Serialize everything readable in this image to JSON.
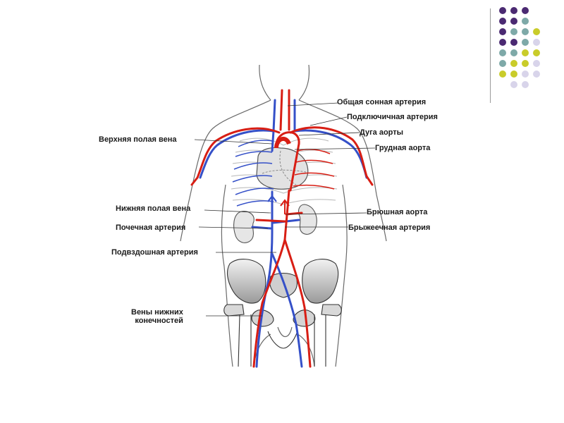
{
  "slide": {
    "dots": {
      "colors": {
        "purple": "#4b2a72",
        "teal": "#7ea9a8",
        "lime": "#c9cc2a",
        "lavender": "#d8d4ea"
      },
      "grid": [
        [
          "purple",
          "purple",
          "purple",
          null
        ],
        [
          "purple",
          "purple",
          "teal",
          null
        ],
        [
          "purple",
          "teal",
          "teal",
          "lime"
        ],
        [
          "purple",
          "purple",
          "teal",
          "lavender"
        ],
        [
          "teal",
          "teal",
          "lime",
          "lime"
        ],
        [
          "teal",
          "lime",
          "lime",
          "lavender"
        ],
        [
          "lime",
          "lime",
          "lavender",
          "lavender"
        ],
        [
          null,
          "lavender",
          "lavender",
          null
        ]
      ]
    },
    "diagram": {
      "artery_color": "#d81e14",
      "vein_color": "#3550c8",
      "labels": {
        "common_carotid": "Общая сонная артерия",
        "subclavian": "Подключичная артерия",
        "aortic_arch": "Дуга аорты",
        "thoracic_aorta": "Грудная аорта",
        "superior_vena_cava": "Верхняя полая вена",
        "inferior_vena_cava": "Нижняя полая вена",
        "abdominal_aorta": "Брюшная аорта",
        "renal_artery": "Почечная артерия",
        "mesenteric_artery": "Брыжеечная артерия",
        "iliac_artery": "Подвздошная артерия",
        "limb_veins_1": "Вены нижних",
        "limb_veins_2": "конечностей"
      }
    }
  }
}
